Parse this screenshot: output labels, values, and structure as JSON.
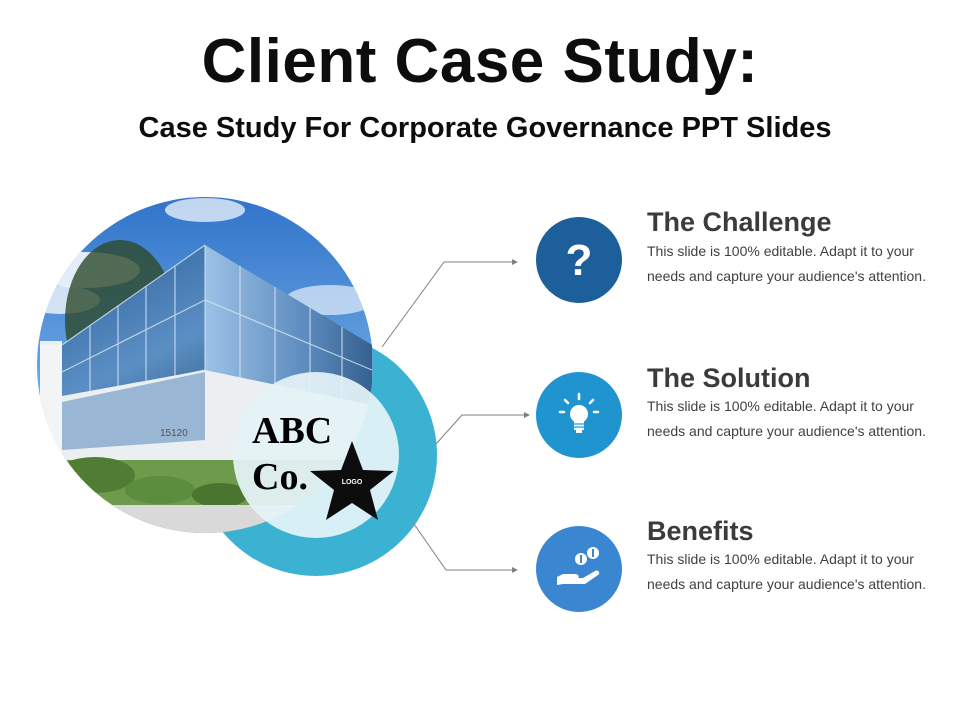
{
  "slide": {
    "title": "Client Case Study:",
    "subtitle": "Case Study For Corporate Governance PPT Slides"
  },
  "logo": {
    "line1": "ABC",
    "line2": "Co.",
    "badge": "LOGO"
  },
  "building": {
    "address_number": "15120"
  },
  "items": [
    {
      "title": "The Challenge",
      "text": "This slide is 100% editable. Adapt it to your needs and capture your audience's attention.",
      "icon": "question-mark-icon",
      "color": "#1d5f9a"
    },
    {
      "title": "The Solution",
      "text": "This slide is 100% editable. Adapt it to your needs and capture your audience's attention.",
      "icon": "lightbulb-icon",
      "color": "#1f94cf"
    },
    {
      "title": "Benefits",
      "text": "This slide is 100% editable. Adapt it to your needs and capture your audience's attention.",
      "icon": "hand-coins-icon",
      "color": "#3a86d1"
    }
  ],
  "colors": {
    "ring": "#3bb2d1",
    "ring_inner": "#e4f3f8",
    "connector": "#7f7f7f"
  }
}
